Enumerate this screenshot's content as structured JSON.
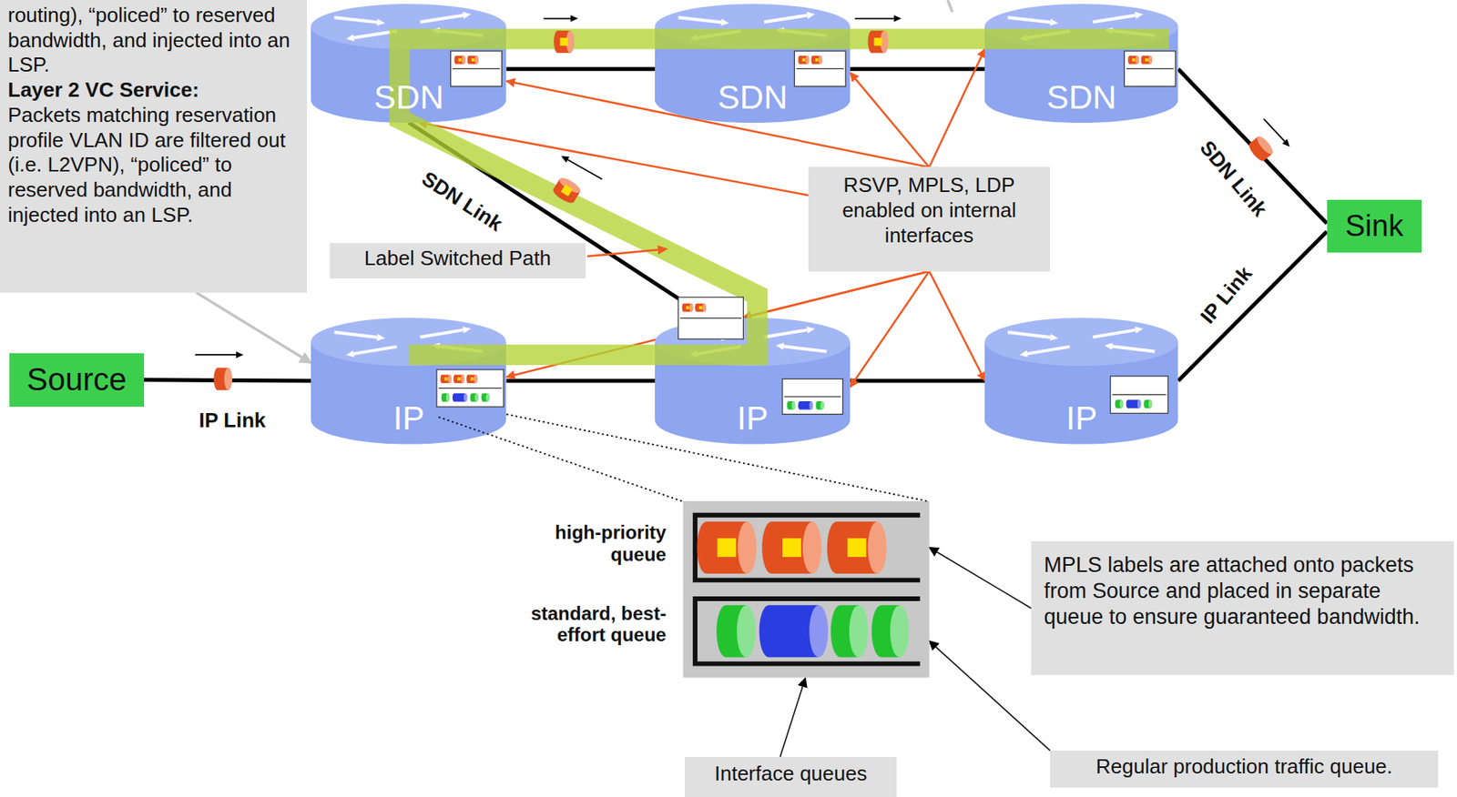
{
  "diagram": {
    "nodes": [
      {
        "text": [
          "routing), “policed” to reserved bandwidth, and injected into an LSP.",
          "Layer 2 VC Service:",
          "Packets matching reservation profile VLAN ID are filtered out (i.e. L2VPN), “policed” to reserved bandwidth, and injected into an LSP."
        ]
      },
      {
        "text": [
          "SDN"
        ]
      },
      {
        "text": [
          "SDN"
        ]
      },
      {
        "text": [
          "SDN"
        ]
      },
      {
        "text": [
          "Source"
        ]
      },
      {
        "text": [
          "IP"
        ]
      },
      {
        "text": [
          "IP"
        ]
      },
      {
        "text": [
          "IP"
        ]
      },
      {
        "text": [
          "Sink"
        ]
      },
      {
        "text": [
          "Label Switched Path"
        ]
      },
      {
        "text": [
          "RSVP, MPLS, LDP enabled on internal interfaces"
        ]
      },
      {
        "text": [
          "high-priority queue",
          "standard, best-effort queue"
        ]
      },
      {
        "text": [
          "MPLS labels are attached onto packets from Source and placed in separate queue to ensure guaranteed bandwidth."
        ]
      },
      {
        "text": [
          "Interface queues"
        ]
      },
      {
        "text": [
          "Regular production traffic queue."
        ]
      }
    ],
    "edges": [
      {
        "from": 4,
        "to": 5,
        "arrow": "none",
        "label": "IP Link"
      },
      {
        "from": 5,
        "to": 6,
        "arrow": "none"
      },
      {
        "from": 6,
        "to": 7,
        "arrow": "none"
      },
      {
        "from": 1,
        "to": 2,
        "arrow": "none"
      },
      {
        "from": 2,
        "to": 3,
        "arrow": "none"
      },
      {
        "from": 1,
        "to": 6,
        "arrow": "none",
        "label": "SDN Link"
      },
      {
        "from": 3,
        "to": 8,
        "arrow": "none",
        "label": "SDN Link"
      },
      {
        "from": 7,
        "to": 8,
        "arrow": "none",
        "label": "IP Link"
      },
      {
        "from": 10,
        "to": 1,
        "arrow": "to"
      },
      {
        "from": 10,
        "to": 1,
        "arrow": "to"
      },
      {
        "from": 10,
        "to": 2,
        "arrow": "to"
      },
      {
        "from": 10,
        "to": 3,
        "arrow": "to"
      },
      {
        "from": 10,
        "to": 5,
        "arrow": "to"
      },
      {
        "from": 10,
        "to": 6,
        "arrow": "to"
      },
      {
        "from": 10,
        "to": 6,
        "arrow": "to"
      },
      {
        "from": 10,
        "to": 7,
        "arrow": "to"
      },
      {
        "from": 0,
        "to": 5,
        "arrow": "to"
      },
      {
        "from": 12,
        "to": 11,
        "arrow": "to"
      },
      {
        "from": 14,
        "to": 11,
        "arrow": "to"
      },
      {
        "from": 13,
        "to": 11,
        "arrow": "to"
      }
    ]
  }
}
